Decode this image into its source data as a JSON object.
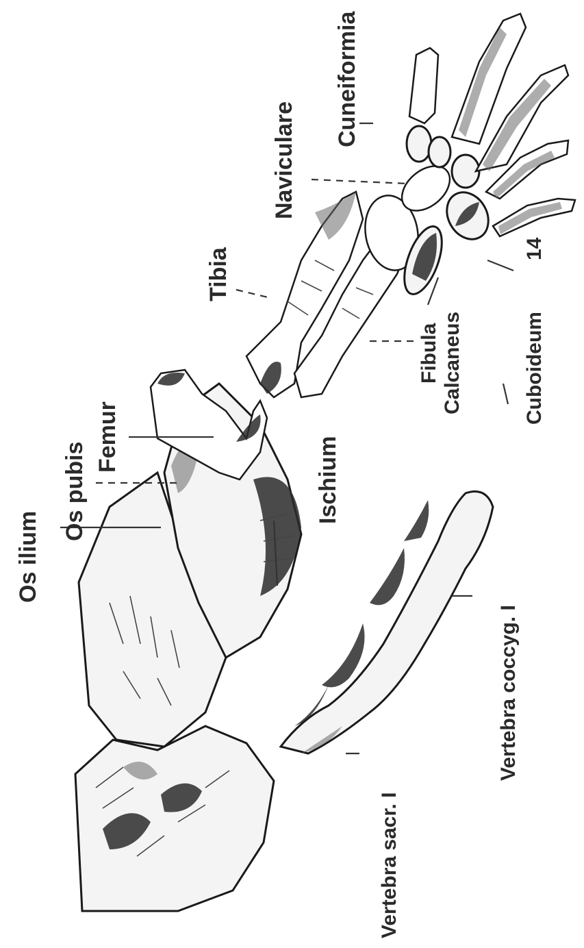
{
  "labels": {
    "os_ilium": "Os ilium",
    "os_pubis": "Os pubis",
    "femur": "Femur",
    "ischium": "Ischium",
    "tibia": "Tibia",
    "naviculare": "Naviculare",
    "cuneiformia": "Cuneiformia",
    "fibula": "Fibula",
    "calcaneus": "Calcaneus",
    "cuboideum": "Cuboideum",
    "vertebra_sacr": "Vertebra sacr. I",
    "vertebra_coccyg": "Vertebra coccyg. I",
    "mark_14": "14"
  }
}
